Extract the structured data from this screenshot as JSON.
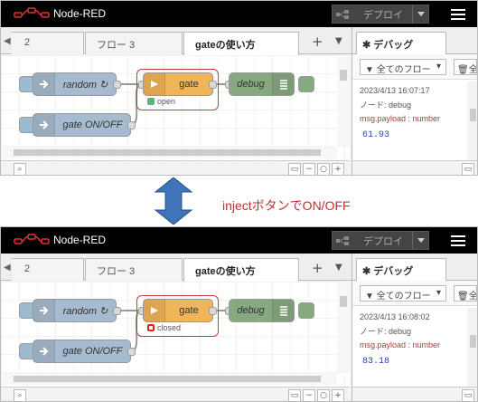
{
  "app": {
    "title": "Node-RED"
  },
  "header": {
    "deploy_label": "デプロイ"
  },
  "tabs": [
    {
      "label": "2"
    },
    {
      "label": "フロー 3"
    },
    {
      "label": "gateの使い方"
    }
  ],
  "nodes": {
    "random": "random ↻",
    "gate_onoff": "gate ON/OFF",
    "gate": "gate",
    "debug": "debug"
  },
  "sidebar": {
    "tab_label": "デバッグ",
    "filter_label": "全てのフロー",
    "clear_label": "全"
  },
  "caption": "injectボタンでON/OFF",
  "panels": [
    {
      "gate_status": "open",
      "gate_status_color": "#5db37e",
      "msg_time": "2023/4/13 16:07:17",
      "msg_node": "ノード: debug",
      "msg_type": "msg.payload : number",
      "msg_value": "61.93"
    },
    {
      "gate_status": "closed",
      "gate_status_color": "#e02020",
      "msg_time": "2023/4/13 16:08:02",
      "msg_node": "ノード: debug",
      "msg_type": "msg.payload : number",
      "msg_value": "83.18"
    }
  ],
  "colors": {
    "inject": "#a6bbcf",
    "gate": "#f0b45a",
    "debug": "#87a980",
    "caption": "#c03030",
    "highlight": "#c04040"
  }
}
